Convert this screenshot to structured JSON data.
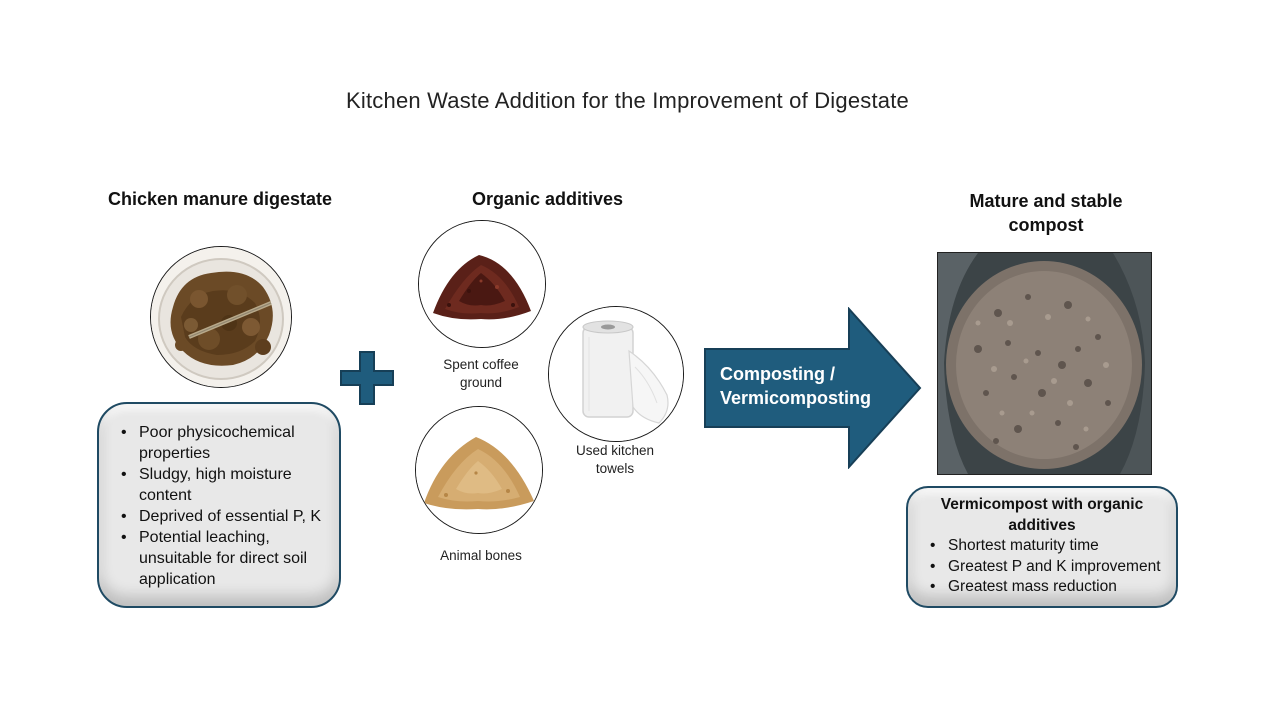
{
  "title": "Kitchen Waste Addition for the Improvement of Digestate",
  "left": {
    "heading": "Chicken manure digestate",
    "photo_icon": "digestate-photo",
    "bullets": [
      "Poor physicochemical properties",
      "Sludgy, high moisture content",
      "Deprived of essential P, K",
      "Potential leaching, unsuitable for direct soil application"
    ]
  },
  "plus_icon": "plus-icon",
  "middle": {
    "heading": "Organic additives",
    "items": [
      {
        "label": "Spent coffee ground",
        "icon": "coffee-ground-photo"
      },
      {
        "label": "Used kitchen towels",
        "icon": "paper-towel-photo"
      },
      {
        "label": "Animal bones",
        "icon": "bone-powder-photo"
      }
    ]
  },
  "arrow": {
    "label_line1": "Composting /",
    "label_line2": "Vermicomposting",
    "color": "#1f5c7d"
  },
  "right": {
    "heading": "Mature and stable compost",
    "photo_icon": "compost-photo",
    "box_title": "Vermicompost with organic additives",
    "bullets": [
      "Shortest maturity time",
      "Greatest P and K improvement",
      "Greatest mass reduction"
    ]
  },
  "colors": {
    "accent": "#1f5c7d",
    "box_fill": "#e8e8e8",
    "box_border": "#1f4a63"
  }
}
